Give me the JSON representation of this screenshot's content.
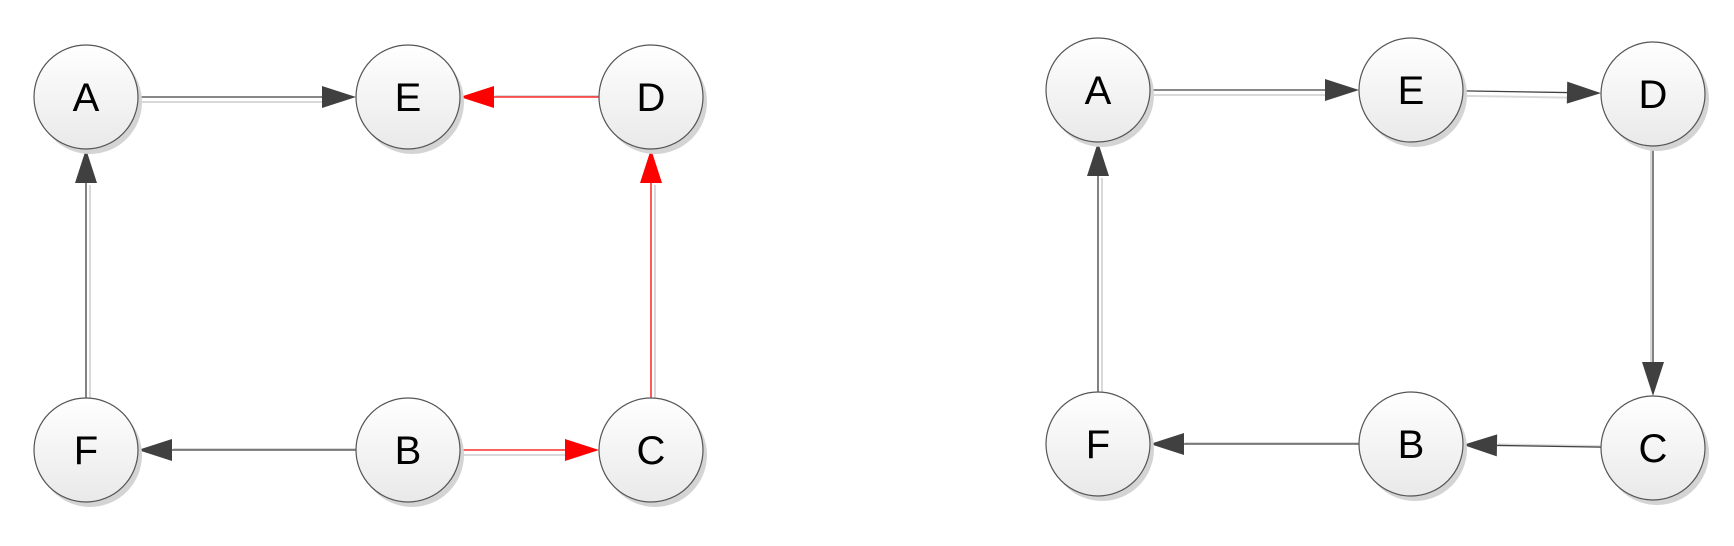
{
  "diagrams": [
    {
      "nodes": [
        {
          "id": "A",
          "label": "A"
        },
        {
          "id": "E",
          "label": "E"
        },
        {
          "id": "D",
          "label": "D"
        },
        {
          "id": "F",
          "label": "F"
        },
        {
          "id": "B",
          "label": "B"
        },
        {
          "id": "C",
          "label": "C"
        }
      ],
      "edges": [
        {
          "from": "A",
          "to": "E",
          "color": "#404040"
        },
        {
          "from": "D",
          "to": "E",
          "color": "#ff0000"
        },
        {
          "from": "F",
          "to": "A",
          "color": "#404040"
        },
        {
          "from": "B",
          "to": "F",
          "color": "#404040"
        },
        {
          "from": "B",
          "to": "C",
          "color": "#ff0000"
        },
        {
          "from": "C",
          "to": "D",
          "color": "#ff0000"
        }
      ]
    },
    {
      "nodes": [
        {
          "id": "A",
          "label": "A"
        },
        {
          "id": "E",
          "label": "E"
        },
        {
          "id": "D",
          "label": "D"
        },
        {
          "id": "F",
          "label": "F"
        },
        {
          "id": "B",
          "label": "B"
        },
        {
          "id": "C",
          "label": "C"
        }
      ],
      "edges": [
        {
          "from": "A",
          "to": "E",
          "color": "#404040"
        },
        {
          "from": "E",
          "to": "D",
          "color": "#404040"
        },
        {
          "from": "D",
          "to": "C",
          "color": "#404040"
        },
        {
          "from": "C",
          "to": "B",
          "color": "#404040"
        },
        {
          "from": "B",
          "to": "F",
          "color": "#404040"
        },
        {
          "from": "F",
          "to": "A",
          "color": "#404040"
        }
      ]
    }
  ],
  "colors": {
    "node_fill_top": "#ffffff",
    "node_fill_bottom": "#e9e9e9",
    "node_stroke": "#555555",
    "normal_edge": "#404040",
    "highlight_edge": "#ff0000"
  }
}
